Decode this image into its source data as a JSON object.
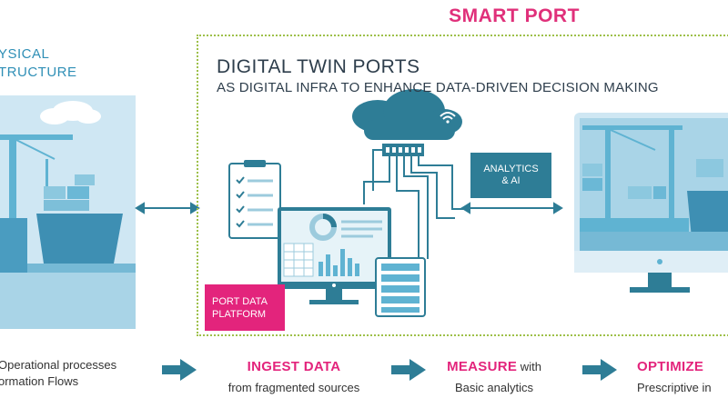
{
  "header": {
    "title": "SMART PORT"
  },
  "physical": {
    "title_line1": "YSICAL",
    "title_line2": "TRUCTURE"
  },
  "digital_twin": {
    "title": "DIGITAL TWIN PORTS",
    "subtitle": "AS DIGITAL INFRA TO ENHANCE DATA-DRIVEN DECISION MAKING"
  },
  "analytics": {
    "line1": "ANALYTICS",
    "line2": "& AI"
  },
  "port_data_platform": {
    "line1": "PORT DATA",
    "line2": "PLATFORM"
  },
  "steps": {
    "left_line1": "Operational processes",
    "left_line2": "ormation Flows",
    "ingest_heading": "INGEST DATA",
    "ingest_sub": "from fragmented sources",
    "measure_heading": "MEASURE",
    "measure_with": " with",
    "measure_sub": "Basic analytics",
    "optimize_heading": "OPTIMIZE",
    "optimize_sub": "Prescriptive in"
  },
  "colors": {
    "accent_pink": "#e3247c",
    "teal": "#2e7d96",
    "light_blue": "#cfe7f3",
    "frame_green": "#9ec04a"
  }
}
